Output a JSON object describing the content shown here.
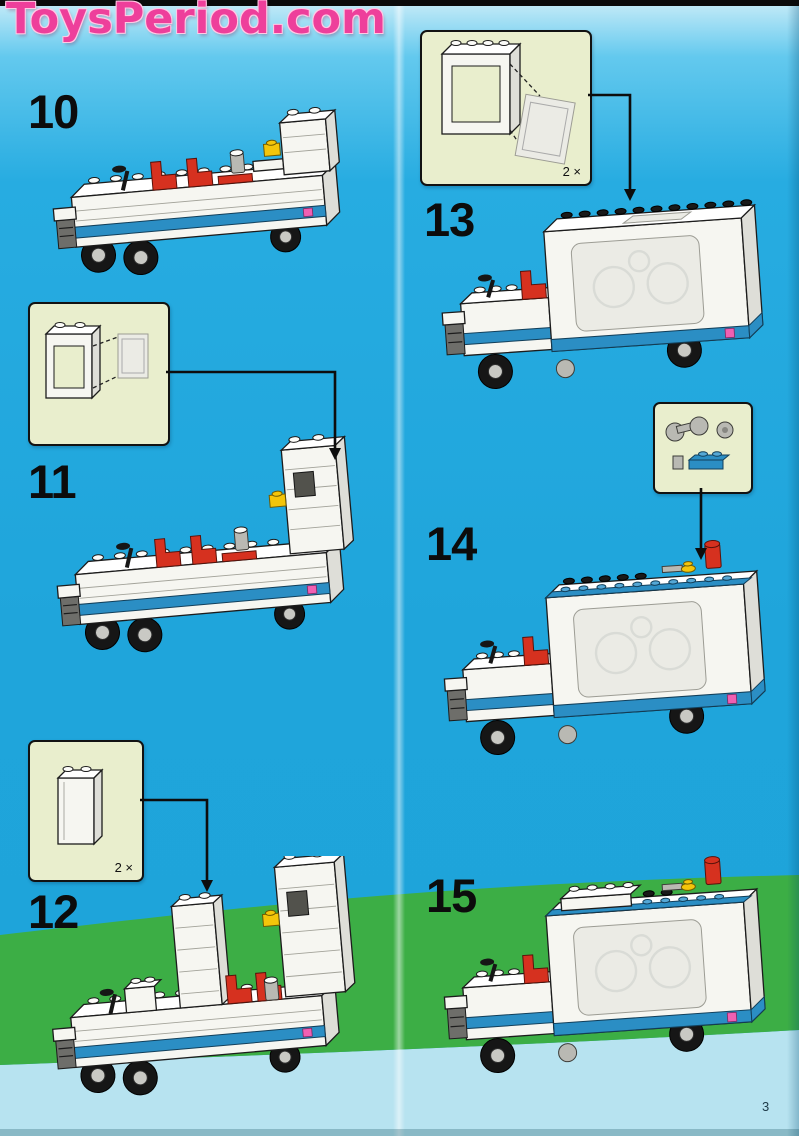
{
  "watermark": "ToysPeriod.com",
  "page_number": "3",
  "colors": {
    "background_cyan": "#1fa5db",
    "grass_green": "#3cae45",
    "callout_box_bg": "#e9eecd",
    "watermark_pink": "#ee3f9b",
    "lego_blue": "#2b8ec4",
    "lego_red": "#d6311f",
    "lego_yellow": "#f4c50a"
  },
  "steps": {
    "s10": {
      "label": "10"
    },
    "s11": {
      "label": "11"
    },
    "s12": {
      "label": "12",
      "inset_count": "2 ×"
    },
    "s13": {
      "label": "13",
      "inset_count": "2 ×"
    },
    "s14": {
      "label": "14"
    },
    "s15": {
      "label": "15"
    }
  }
}
